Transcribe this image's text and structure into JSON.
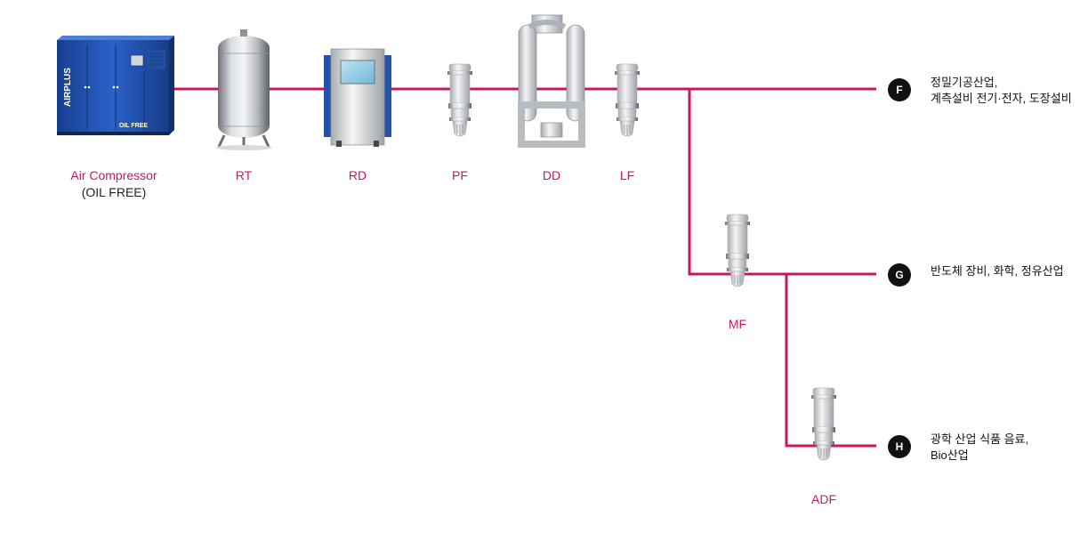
{
  "colors": {
    "pipe": "#c8175d",
    "label": "#c8175d",
    "badge": "#111111",
    "compressor": "#1f4ea8"
  },
  "equipment": [
    {
      "id": "compressor",
      "name": "Air Compressor",
      "sub": "(OIL FREE)",
      "icon": "air-compressor-icon",
      "brand": "AIRPLUS",
      "plate": "OIL FREE"
    },
    {
      "id": "rt",
      "name": "RT",
      "icon": "receiver-tank-icon"
    },
    {
      "id": "rd",
      "name": "RD",
      "icon": "refrigerated-dryer-icon"
    },
    {
      "id": "pf",
      "name": "PF",
      "icon": "filter-icon"
    },
    {
      "id": "dd",
      "name": "DD",
      "icon": "desiccant-dryer-icon"
    },
    {
      "id": "lf",
      "name": "LF",
      "icon": "filter-icon"
    },
    {
      "id": "mf",
      "name": "MF",
      "icon": "filter-icon"
    },
    {
      "id": "adf",
      "name": "ADF",
      "icon": "filter-icon"
    }
  ],
  "outputs": [
    {
      "badge": "F",
      "lines": [
        "정밀기공산업,",
        "계측설비 전기·전자, 도장설비"
      ]
    },
    {
      "badge": "G",
      "lines": [
        "반도체 장비, 화학, 정유산업"
      ]
    },
    {
      "badge": "H",
      "lines": [
        "광학 산업 식품 음료,",
        "Bio산업"
      ]
    }
  ]
}
